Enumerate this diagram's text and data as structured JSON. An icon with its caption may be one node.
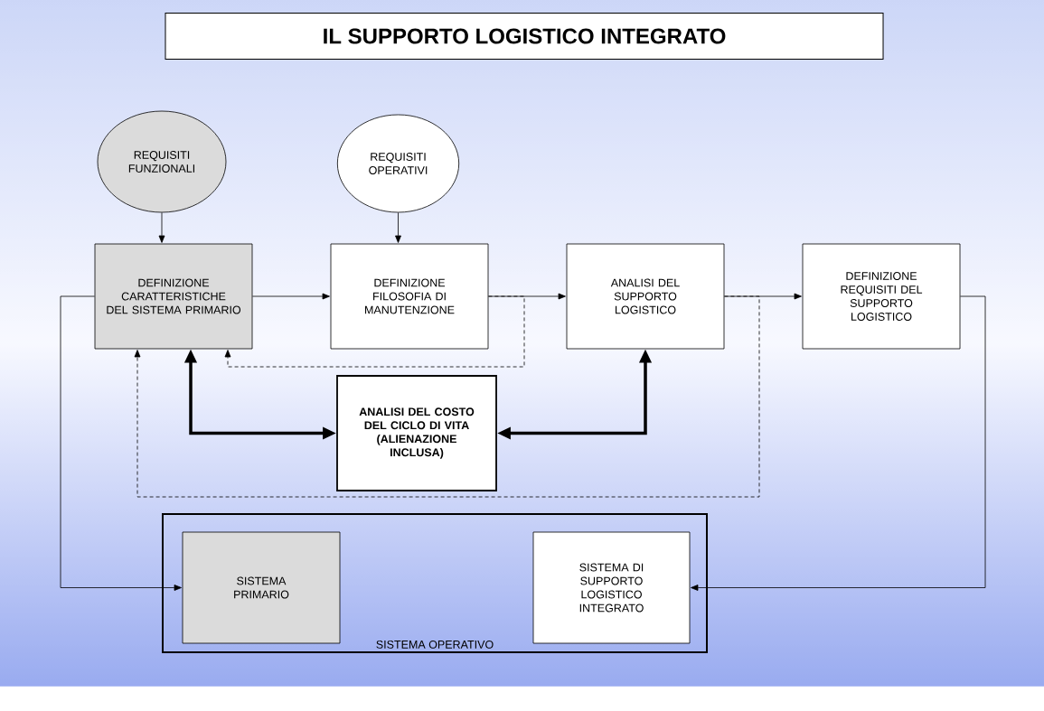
{
  "diagram": {
    "title": "IL SUPPORTO LOGISTICO INTEGRATO",
    "nodes": [
      {
        "text": [
          "REQUISITI FUNZIONALI"
        ]
      },
      {
        "text": [
          "REQUISITI OPERATIVI"
        ]
      },
      {
        "text": [
          "DEFINIZIONE CARATTERISTICHE DEL SISTEMA PRIMARIO"
        ]
      },
      {
        "text": [
          "DEFINIZIONE FILOSOFIA DI MANUTENZIONE"
        ]
      },
      {
        "text": [
          "ANALISI DEL SUPPORTO LOGISTICO"
        ]
      },
      {
        "text": [
          "DEFINIZIONE REQUISITI DEL SUPPORTO LOGISTICO"
        ]
      },
      {
        "text": [
          "ANALISI DEL COSTO DEL CICLO DI VITA (ALIENAZIONE INCLUSA)"
        ]
      },
      {
        "text": [
          "SISTEMA OPERATIVO"
        ]
      },
      {
        "text": [
          "SISTEMA PRIMARIO"
        ],
        "in": 7
      },
      {
        "text": [
          "SISTEMA DI SUPPORTO LOGISTICO INTEGRATO"
        ],
        "in": 7
      }
    ],
    "edges": [
      {
        "from": 0,
        "to": 2,
        "arrow": "to"
      },
      {
        "from": 1,
        "to": 3,
        "arrow": "to"
      },
      {
        "from": 2,
        "to": 3,
        "arrow": "to"
      },
      {
        "from": 3,
        "to": 4,
        "arrow": "to"
      },
      {
        "from": 4,
        "to": 5,
        "arrow": "to"
      },
      {
        "from": 2,
        "to": 6,
        "arrow": "both",
        "style": "thick"
      },
      {
        "from": 6,
        "to": 4,
        "arrow": "both",
        "style": "thick"
      },
      {
        "from": 3,
        "to": 2,
        "arrow": "to",
        "style": "dashed"
      },
      {
        "from": 4,
        "to": 2,
        "arrow": "to",
        "style": "dashed"
      },
      {
        "from": 2,
        "to": 8,
        "arrow": "to"
      },
      {
        "from": 5,
        "to": 9,
        "arrow": "to"
      }
    ]
  }
}
